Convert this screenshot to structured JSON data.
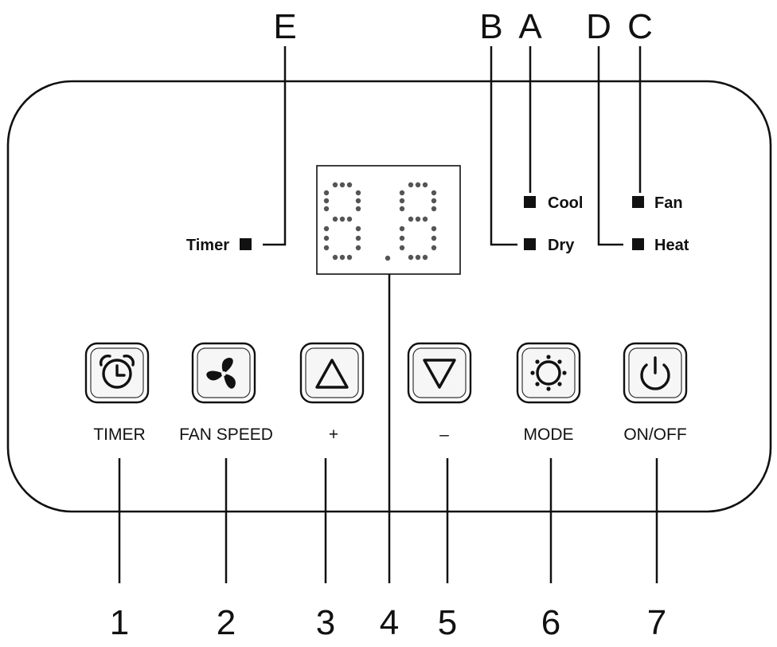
{
  "callouts_letters": [
    {
      "key": "E",
      "label": "E"
    },
    {
      "key": "B",
      "label": "B"
    },
    {
      "key": "A",
      "label": "A"
    },
    {
      "key": "D",
      "label": "D"
    },
    {
      "key": "C",
      "label": "C"
    }
  ],
  "indicators": {
    "timer": {
      "label": "Timer",
      "callout": "E"
    },
    "cool": {
      "label": "Cool",
      "callout": "A"
    },
    "dry": {
      "label": "Dry",
      "callout": "B"
    },
    "fan": {
      "label": "Fan",
      "callout": "C"
    },
    "heat": {
      "label": "Heat",
      "callout": "D"
    }
  },
  "display": {
    "digits": "8.8",
    "callout": "4"
  },
  "buttons": [
    {
      "key": "timer",
      "label": "TIMER",
      "icon": "alarm-clock-icon",
      "callout": "1"
    },
    {
      "key": "fan-speed",
      "label": "FAN SPEED",
      "icon": "fan-icon",
      "callout": "2"
    },
    {
      "key": "plus",
      "label": "+",
      "icon": "triangle-up-icon",
      "callout": "3"
    },
    {
      "key": "minus",
      "label": "–",
      "icon": "triangle-down-icon",
      "callout": "5"
    },
    {
      "key": "mode",
      "label": "MODE",
      "icon": "sun-icon",
      "callout": "6"
    },
    {
      "key": "on-off",
      "label": "ON/OFF",
      "icon": "power-icon",
      "callout": "7"
    }
  ],
  "callouts_numbers": [
    "1",
    "2",
    "3",
    "4",
    "5",
    "6",
    "7"
  ]
}
